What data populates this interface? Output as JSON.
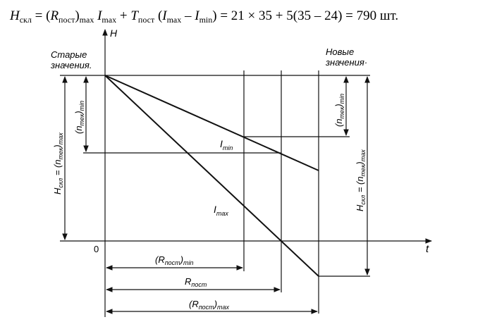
{
  "formula": {
    "lhs_main": "H",
    "lhs_sub": "скл",
    "eq1": " = (",
    "r_main": "R",
    "r_sub": "пост",
    "r_close": ")",
    "r_sub2": "max",
    "imax_main": " I",
    "imax_sub": "max",
    "plus": " + ",
    "t_main": "T",
    "t_sub": "пост",
    "open_paren": " (",
    "i1_main": "I",
    "i1_sub": "max",
    "minus": " – ",
    "i2_main": "I",
    "i2_sub": "min",
    "rest": ") = 21 × 35 + 5(35 – 24)  = 790  шт."
  },
  "axes": {
    "y_label": "H",
    "x_label": "t",
    "origin": "0"
  },
  "labels": {
    "old_values_line1": "Старые",
    "old_values_line2": "значения.",
    "new_values_line1": "Новые",
    "new_values_line2": "значения·",
    "i_min_main": "I",
    "i_min_sub": "min",
    "i_max_main": "I",
    "i_max_sub": "max",
    "r_min_main": "(R",
    "r_min_sub": "пост",
    "r_min_close": ")",
    "r_min_sub2": "min",
    "r_main": "R",
    "r_sub": "пост",
    "r_max_main": "(R",
    "r_max_sub": "пост",
    "r_max_close": ")",
    "r_max_sub2": "max",
    "n_tek_min_left_a": "(n",
    "n_tek_min_left_b": "тек",
    "n_tek_min_left_c": ")",
    "n_tek_min_left_d": "min",
    "h_skl_left_a": "H",
    "h_skl_left_b": "скл",
    "h_skl_left_c": " = (n",
    "h_skl_left_d": "тек",
    "h_skl_left_e": ")",
    "h_skl_left_f": "max",
    "n_tek_min_right_a": "(n",
    "n_tek_min_right_b": "тек",
    "n_tek_min_right_c": ")",
    "n_tek_min_right_d": "min",
    "h_skl_right_a": "H",
    "h_skl_right_b": "скл",
    "h_skl_right_c": " = (n",
    "h_skl_right_d": "тек",
    "h_skl_right_e": ")",
    "h_skl_right_f": "max"
  }
}
